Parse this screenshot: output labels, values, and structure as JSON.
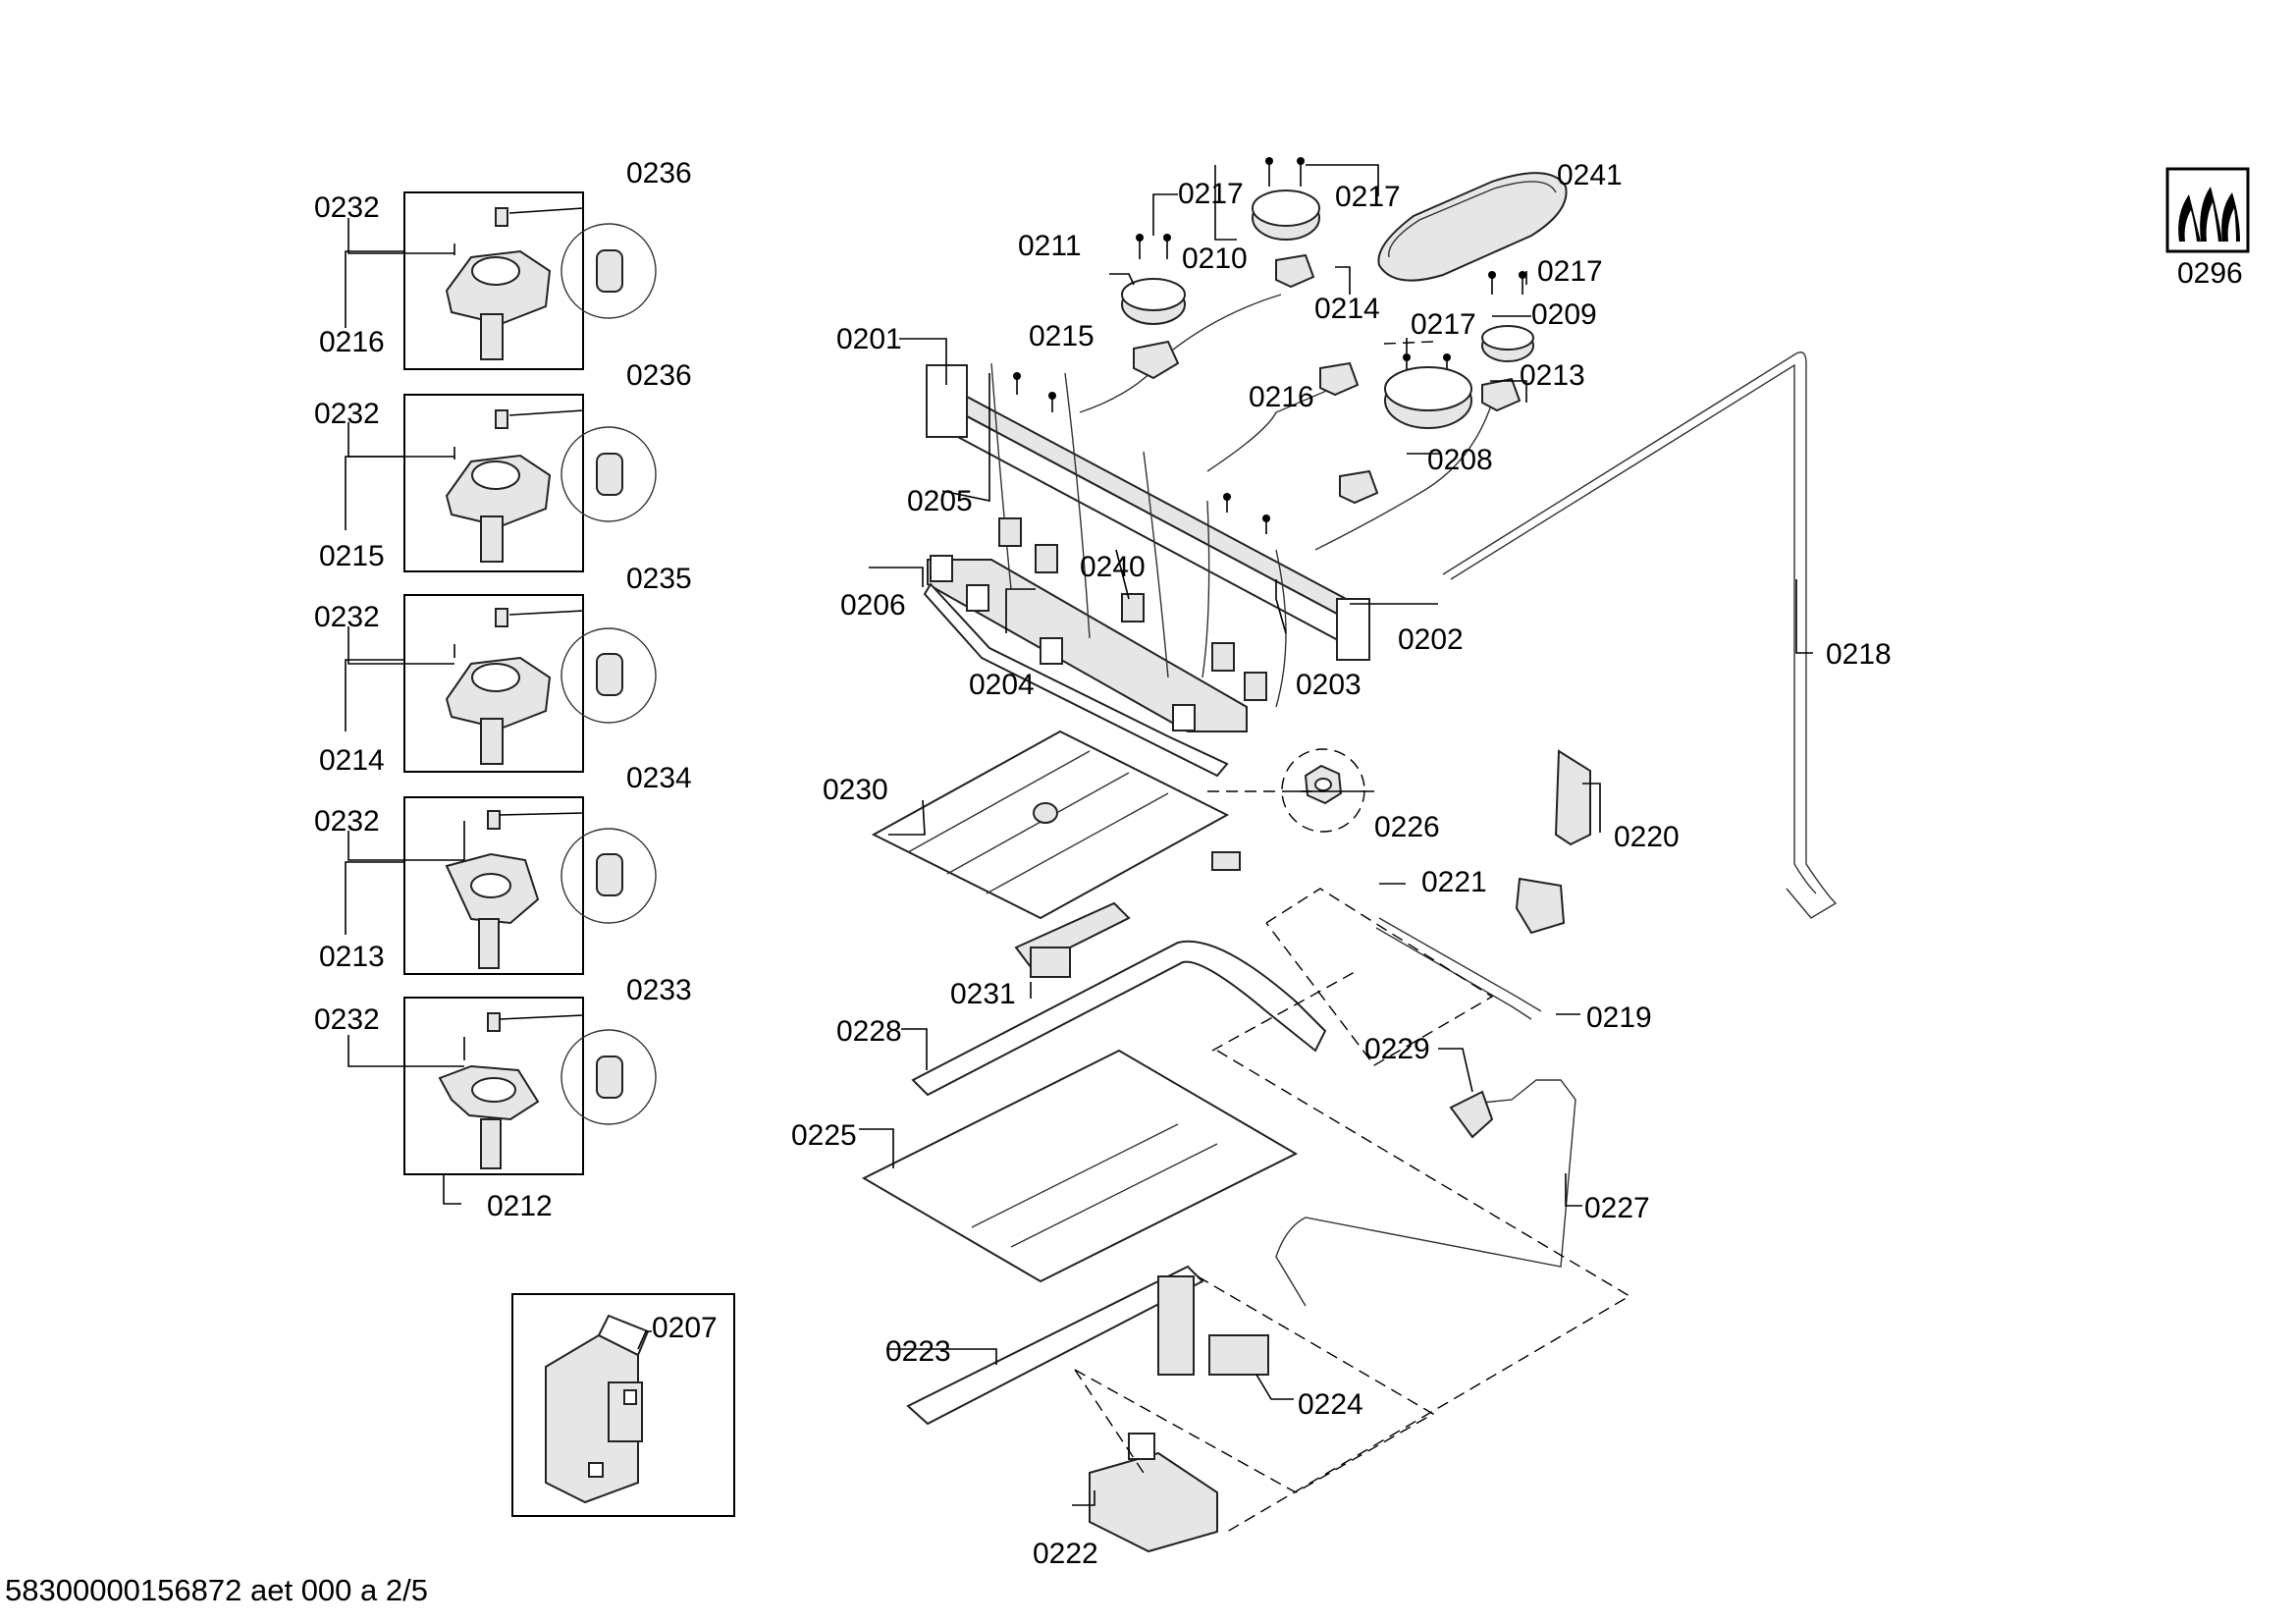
{
  "footer": {
    "document_id": "58300000156872 aet 000 a 2/5"
  },
  "parts": {
    "p0201": "0201",
    "p0202": "0202",
    "p0203": "0203",
    "p0204": "0204",
    "p0205": "0205",
    "p0206": "0206",
    "p0207": "0207",
    "p0208": "0208",
    "p0209": "0209",
    "p0210": "0210",
    "p0211": "0211",
    "p0212": "0212",
    "p0213": "0213",
    "p0214": "0214",
    "p0215": "0215",
    "p0216": "0216",
    "p0217": "0217",
    "p0218": "0218",
    "p0219": "0219",
    "p0220": "0220",
    "p0221": "0221",
    "p0222": "0222",
    "p0223": "0223",
    "p0224": "0224",
    "p0225": "0225",
    "p0226": "0226",
    "p0227": "0227",
    "p0228": "0228",
    "p0229": "0229",
    "p0230": "0230",
    "p0231": "0231",
    "p0232": "0232",
    "p0233": "0233",
    "p0234": "0234",
    "p0235": "0235",
    "p0236": "0236",
    "p0240": "0240",
    "p0241": "0241",
    "p0296": "0296"
  }
}
